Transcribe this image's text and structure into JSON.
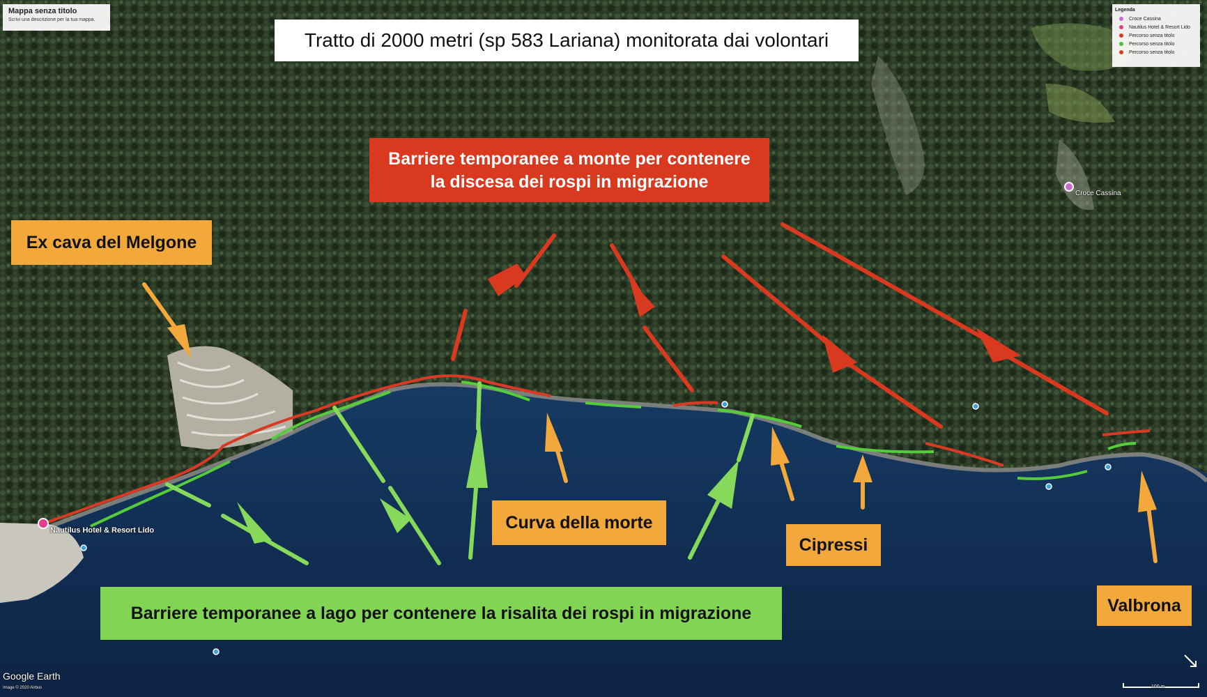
{
  "map_panel": {
    "title": "Mappa senza titolo",
    "subtitle": "Scrivi una descrizione per la tua mappa."
  },
  "main_title": "Tratto di 2000 metri (sp 583 Lariana) monitorata dai volontari",
  "legend": {
    "title": "Legenda",
    "items": [
      {
        "label": "Croce Cassina",
        "color": "#c86ad0"
      },
      {
        "label": "Nautilus Hotel & Resort Lido",
        "color": "#e23f8a"
      },
      {
        "label": "Percorso senza titolo",
        "color": "#d93a25"
      },
      {
        "label": "Percorso senza titolo",
        "color": "#4fbf3a"
      },
      {
        "label": "Percorso senza titolo",
        "color": "#d93a25"
      }
    ]
  },
  "labels": {
    "red_barriers": [
      "Barriere temporanee a monte per contenere",
      "la discesa dei rospi in migrazione"
    ],
    "ex_cava": "Ex cava del Melgone",
    "curva": "Curva della morte",
    "cipressi": "Cipressi",
    "valbrona": "Valbrona",
    "green_barriers": "Barriere temporanee a lago per contenere la risalita dei rospi in migrazione"
  },
  "places": {
    "croce_cassina": "Croce Cassina",
    "nautilus": "Nautilus Hotel & Resort Lido"
  },
  "attribution": {
    "brand": "Google Earth",
    "credit": "Image © 2020 Airbus",
    "scale": "100 m"
  },
  "colors": {
    "red_route": "#d93a25",
    "green_route": "#55cc3a",
    "red_arrow": "#d9391f",
    "green_arrow": "#86d95a",
    "orange_arrow": "#f2a83a",
    "lake": "#10284d",
    "forest": "#2a3a25"
  }
}
